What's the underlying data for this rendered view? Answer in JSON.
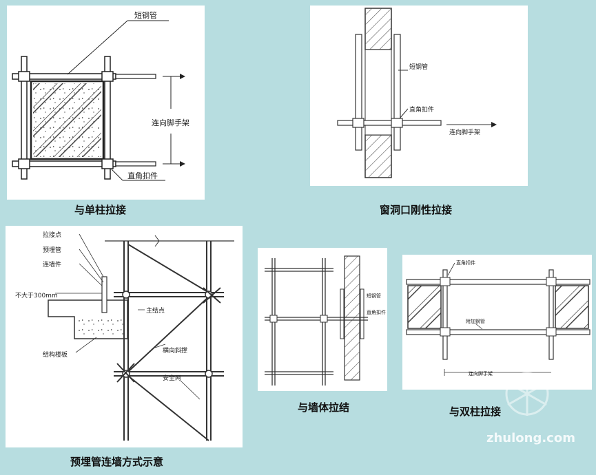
{
  "panels": {
    "single_column": {
      "caption": "与单柱拉接",
      "labels": {
        "short_pipe": "短钢管",
        "scaffold": "连向脚手架",
        "right_angle_clamp": "直角扣件"
      }
    },
    "window_opening": {
      "caption": "窗洞口刚性拉接",
      "labels": {
        "short_pipe": "短钢管",
        "right_angle_clamp": "直角扣件",
        "scaffold": "连向脚手架"
      }
    },
    "embedded_pipe": {
      "caption": "预埋管连墙方式示意",
      "labels": {
        "tie_point": "拉接点",
        "embedded_pipe": "预埋管",
        "wall_tie": "连墙件",
        "max_300": "不大于300mm",
        "main_node": "主结点",
        "structure_slab": "结构楼板",
        "transverse_brace": "横向斜撑",
        "safety_net": "安全网"
      }
    },
    "wall_tie": {
      "caption": "与墙体拉结",
      "labels": {
        "short_pipe": "短钢管",
        "right_angle_clamp": "直角扣件"
      }
    },
    "double_column": {
      "caption": "与双柱拉接",
      "labels": {
        "right_angle_clamp": "直角扣件",
        "added_pipe": "附加钢管",
        "scaffold": "连向脚手架"
      }
    }
  },
  "watermark": "zhulong.com"
}
